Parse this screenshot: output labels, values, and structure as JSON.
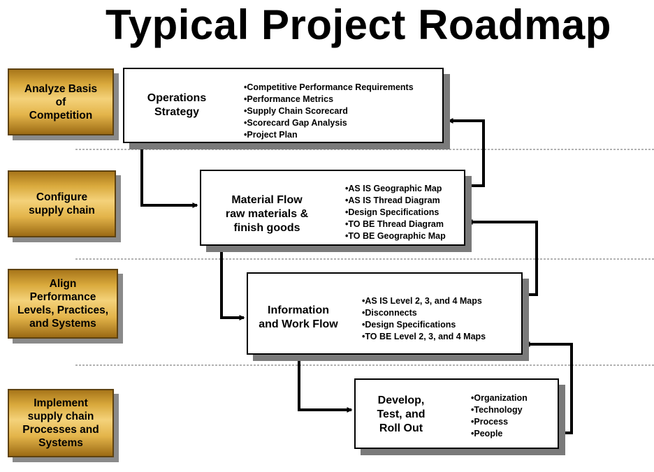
{
  "title": "Typical Project Roadmap",
  "phases": [
    "Analyze Basis\nof\nCompetition",
    "Configure\nsupply chain",
    "Align\nPerformance\nLevels, Practices,\nand Systems",
    "Implement\nsupply chain\nProcesses and\nSystems"
  ],
  "boxes": [
    {
      "heading": "Operations\nStrategy",
      "items": [
        "Competitive Performance Requirements",
        "Performance Metrics",
        "Supply Chain Scorecard",
        "Scorecard Gap Analysis",
        "Project Plan"
      ]
    },
    {
      "heading": "Material Flow\nraw materials &\nfinish goods",
      "items": [
        "AS IS Geographic Map",
        "AS IS Thread Diagram",
        "Design Specifications",
        "TO BE Thread Diagram",
        "TO BE Geographic Map"
      ]
    },
    {
      "heading": "Information\nand Work Flow",
      "items": [
        "AS IS Level 2, 3, and 4 Maps",
        "Disconnects",
        "Design Specifications",
        "TO BE Level 2, 3, and 4 Maps"
      ]
    },
    {
      "heading": "Develop,\nTest, and\nRoll Out",
      "items": [
        "Organization",
        "Technology",
        "Process",
        "People"
      ]
    }
  ]
}
